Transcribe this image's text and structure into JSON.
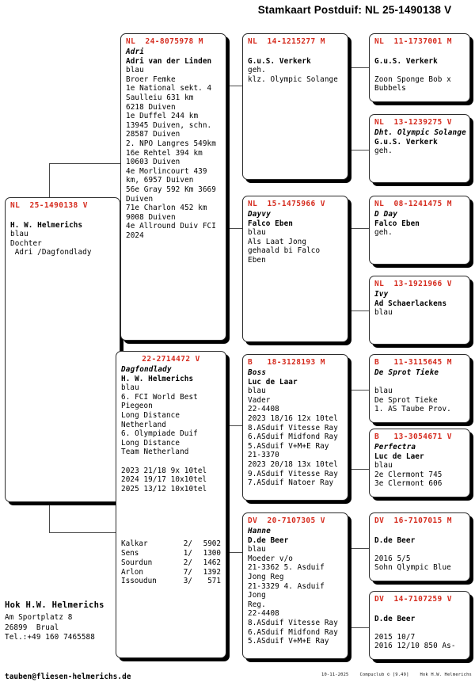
{
  "page": {
    "title": "Stamkaart Postduif: NL  25-1490138 V"
  },
  "footer": {
    "date": "10-11-2025",
    "software": "Compuclub © [9.49]",
    "owner": "Hok H.W. Helmerichs"
  },
  "breeder": {
    "title": "Hok H.W. Helmerichs",
    "street": "Am Sportplatz 8",
    "city": "26899  Brual",
    "phone": "Tel.:+49 160 7465588",
    "email": "tauben@fliesen-helmerichs.de"
  },
  "subject": {
    "ring": "NL  25-1490138 V",
    "lines": [
      "",
      "H. W. Helmerichs",
      "blau",
      "Dochter",
      " Adri /Dagfondlady"
    ]
  },
  "sire": {
    "ring": "NL  24-8075978 M",
    "name": "Adri",
    "lines": [
      "Adri van der Linden",
      "blau",
      "Broer Femke",
      "1e National sekt. 4",
      "Saulleiu 631 km",
      "6218 Duiven",
      "1e Duffel 244 km",
      "13945 Duiven, schn.",
      "28587 Duiven",
      "2. NPO Langres 549km",
      "16e Rehtel 394 km",
      "10603 Duiven",
      "4e Morlincourt 439",
      "km, 6957 Duiven",
      "56e Gray 592 Km 3669",
      "Duiven",
      "71e Charlon 452 km",
      "9008 Duiven",
      "4e Allround Duiv FCI",
      "2024"
    ]
  },
  "dam": {
    "ring": "22-2714472 V",
    "name": "Dagfondlady",
    "lines": [
      "H. W. Helmerichs",
      "blau",
      "6. FCI World Best",
      "Piegeon",
      "Long Distance",
      "Netherland",
      "6. Olympiade Duif",
      "Long Distance",
      "Team Netherland",
      "",
      "2023 21/18 9x 10tel",
      "2024 19/17 10x10tel",
      "2025 13/12 10x10tel"
    ],
    "results": [
      {
        "race": "Kalkar",
        "place": "2/",
        "birds": "5902"
      },
      {
        "race": "Sens",
        "place": "1/",
        "birds": "1300"
      },
      {
        "race": "Sourdun",
        "place": "2/",
        "birds": "1462"
      },
      {
        "race": "Arlon",
        "place": "7/",
        "birds": "1392"
      },
      {
        "race": "Issoudun",
        "place": "3/",
        "birds": " 571"
      }
    ]
  },
  "grandparents": [
    {
      "id": "sire-sire",
      "ring": "NL  14-1215277 M",
      "name": "",
      "lines": [
        "",
        "G.u.S. Verkerk",
        "geh.",
        "klz. Olympic Solange"
      ]
    },
    {
      "id": "sire-dam",
      "ring": "NL  15-1475966 V",
      "name": "Dayvy",
      "lines": [
        "Falco Eben",
        "blau",
        "Als Laat Jong",
        "gehaald bi Falco",
        "Eben"
      ]
    },
    {
      "id": "dam-sire",
      "ring": "B   18-3128193 M",
      "name": "Boss",
      "lines": [
        "Luc de Laar",
        "blau",
        "Vader",
        "22-4408",
        "2023 18/16 12x 10tel",
        "8.ASduif Vitesse Ray",
        "6.ASduif Midfond Ray",
        "5.ASduif V+M+E Ray",
        "21-3370",
        "2023 20/18 13x 10tel",
        "9.ASduif Vitesse Ray",
        "7.ASduif Natoer Ray"
      ]
    },
    {
      "id": "dam-dam",
      "ring": "DV  20-7107305 V",
      "name": "Hanne",
      "lines": [
        "D.de Beer",
        "blau",
        "Moeder v/o",
        "21-3362 5. Asduif",
        "Jong Reg",
        "21-3329 4. Asduif",
        "Jong",
        "Reg.",
        "22-4408",
        "8.ASduif Vitesse Ray",
        "6.ASduif Midfond Ray",
        "5.ASduif V+M+E Ray"
      ]
    }
  ],
  "greatgrandparents": [
    {
      "id": "ssf",
      "ring": "NL  11-1737001 M",
      "name": "",
      "lines": [
        "",
        "G.u.S. Verkerk",
        "",
        "Zoon Sponge Bob x",
        "Bubbels"
      ]
    },
    {
      "id": "ssm",
      "ring": "NL  13-1239275 V",
      "name": "Dht. Olympic Solange",
      "lines": [
        "G.u.S. Verkerk",
        "geh."
      ]
    },
    {
      "id": "sdf",
      "ring": "NL  08-1241475 M",
      "name": "D Day",
      "lines": [
        "Falco Eben",
        "geh."
      ]
    },
    {
      "id": "sdm",
      "ring": "NL  13-1921966 V",
      "name": "Ivy",
      "lines": [
        "Ad Schaerlackens",
        "blau"
      ]
    },
    {
      "id": "dsf",
      "ring": "B   11-3115645 M",
      "name": "De Sprot Tieke",
      "lines": [
        "",
        "blau",
        "De Sprot Tieke",
        "1. AS Taube Prov."
      ]
    },
    {
      "id": "dsm",
      "ring": "B   13-3054671 V",
      "name": "Perfectra",
      "lines": [
        "Luc de Laer",
        "blau",
        "2e Clermont 745",
        "3e Clermont 606"
      ]
    },
    {
      "id": "ddf",
      "ring": "DV  16-7107015 M",
      "name": "",
      "lines": [
        "",
        "D.de Beer",
        "",
        "2016 5/5",
        "Sohn Qlympic Blue"
      ]
    },
    {
      "id": "ddm",
      "ring": "DV  14-7107259 V",
      "name": "",
      "lines": [
        "",
        "D.de Beer",
        "",
        "2015 10/7",
        "2016 12/10 850 As-"
      ]
    }
  ]
}
